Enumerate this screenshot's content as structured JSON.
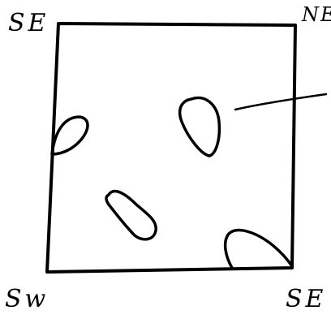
{
  "corner_labels": {
    "top_left": "SE",
    "top_right": "NE",
    "bottom_left": "Sw",
    "bottom_right": "SE"
  },
  "ink_color": "#000000"
}
